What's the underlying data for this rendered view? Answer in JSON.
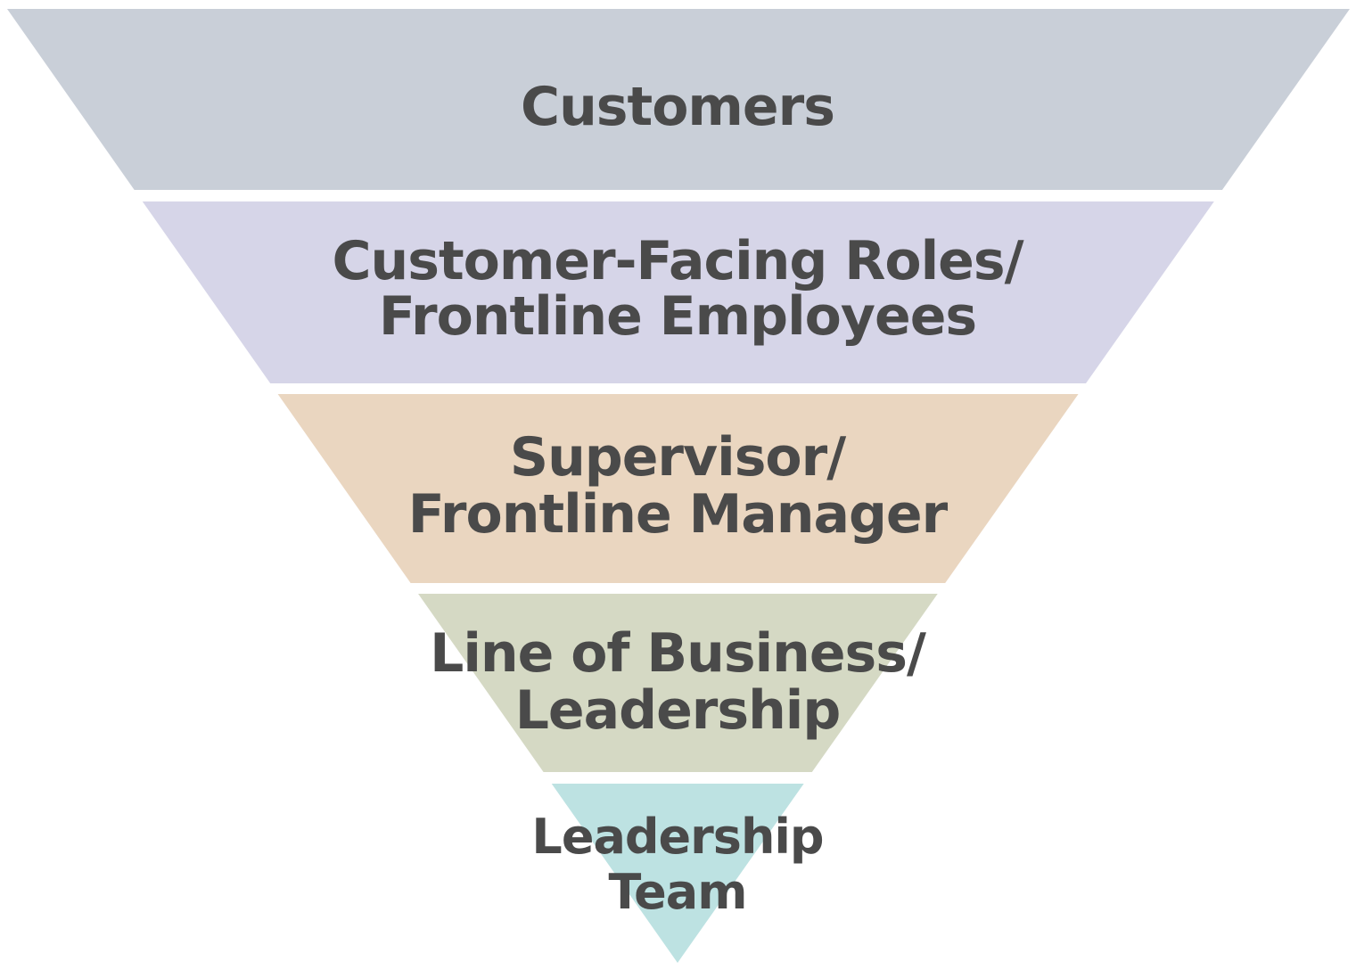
{
  "diagram": {
    "type": "inverted-pyramid",
    "text_color": "#4a4a4a",
    "tiers": [
      {
        "id": "customers",
        "lines": [
          "Customers"
        ],
        "color": "#c9cfd8"
      },
      {
        "id": "frontline-employees",
        "lines": [
          "Customer-Facing Roles/",
          "Frontline Employees"
        ],
        "color": "#d6d5e8"
      },
      {
        "id": "frontline-manager",
        "lines": [
          "Supervisor/",
          "Frontline Manager"
        ],
        "color": "#ead6c0"
      },
      {
        "id": "line-of-business",
        "lines": [
          "Line of Business/",
          "Leadership"
        ],
        "color": "#d5d9c4"
      },
      {
        "id": "leadership-team",
        "lines": [
          "Leadership",
          "Team"
        ],
        "color": "#bde2e2"
      }
    ]
  }
}
